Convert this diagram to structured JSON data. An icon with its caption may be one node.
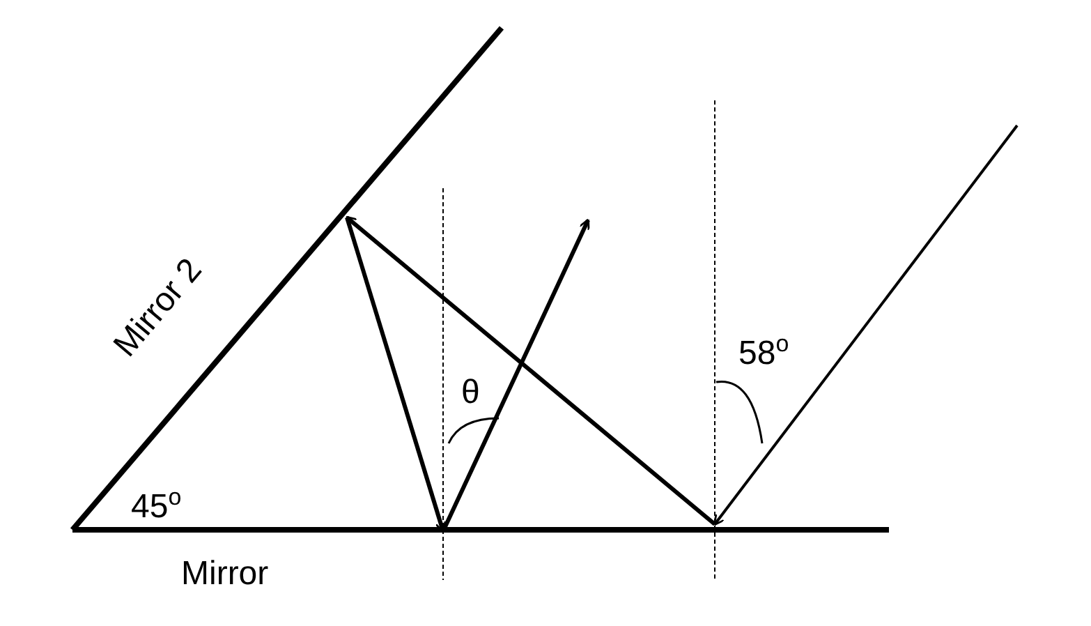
{
  "diagram": {
    "labels": [
      "Mirror 2",
      "58$^{o}$",
      "θ",
      "45$^{o}$",
      "Mirror"
    ]
  }
}
